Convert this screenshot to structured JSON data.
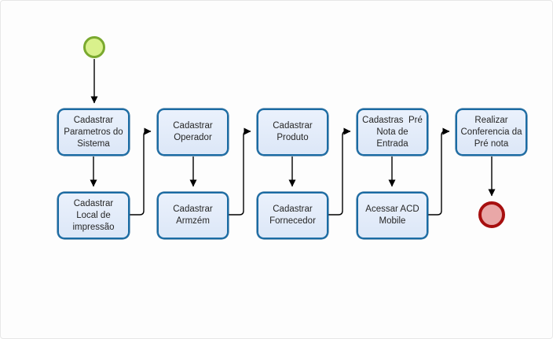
{
  "diagram": {
    "type": "flowchart",
    "background_color": "#fdfdfd",
    "node_style": {
      "fill": "#e4ecfa",
      "border_color": "#1a6ba3",
      "text_color": "#262626"
    },
    "start_event": {
      "name": "start",
      "fill": "#d9f18c",
      "border_color": "#7aa92f"
    },
    "end_event": {
      "name": "end",
      "fill": "#e9a7a7",
      "border_color": "#a70f0f"
    },
    "connector_color": "#000000",
    "nodes": [
      {
        "id": "cadastrar-parametros-do-sistema",
        "label": "Cadastrar\nParametros do\nSistema"
      },
      {
        "id": "cadastrar-operador",
        "label": "Cadastrar\nOperador"
      },
      {
        "id": "cadastrar-produto",
        "label": "Cadastrar\nProduto"
      },
      {
        "id": "cadastras-pre-nota-de-entrada",
        "label": "Cadastras  Pré\nNota de\nEntrada"
      },
      {
        "id": "realizar-conferencia-da-pre-nota",
        "label": "Realizar\nConferencia da\nPré nota"
      },
      {
        "id": "cadastrar-local-de-impressao",
        "label": "Cadastrar\nLocal de\nimpressão"
      },
      {
        "id": "cadastrar-armzem",
        "label": "Cadastrar\nArmzém"
      },
      {
        "id": "cadastrar-fornecedor",
        "label": "Cadastrar\nFornecedor"
      },
      {
        "id": "acessar-acd-mobile",
        "label": "Acessar ACD\nMobile"
      }
    ],
    "edges": [
      {
        "from": "start",
        "to": "cadastrar-parametros-do-sistema"
      },
      {
        "from": "cadastrar-parametros-do-sistema",
        "to": "cadastrar-local-de-impressao"
      },
      {
        "from": "cadastrar-local-de-impressao",
        "to": "cadastrar-operador"
      },
      {
        "from": "cadastrar-operador",
        "to": "cadastrar-armzem"
      },
      {
        "from": "cadastrar-armzem",
        "to": "cadastrar-produto"
      },
      {
        "from": "cadastrar-produto",
        "to": "cadastrar-fornecedor"
      },
      {
        "from": "cadastrar-fornecedor",
        "to": "cadastras-pre-nota-de-entrada"
      },
      {
        "from": "cadastras-pre-nota-de-entrada",
        "to": "acessar-acd-mobile"
      },
      {
        "from": "acessar-acd-mobile",
        "to": "realizar-conferencia-da-pre-nota"
      },
      {
        "from": "realizar-conferencia-da-pre-nota",
        "to": "end"
      }
    ]
  }
}
